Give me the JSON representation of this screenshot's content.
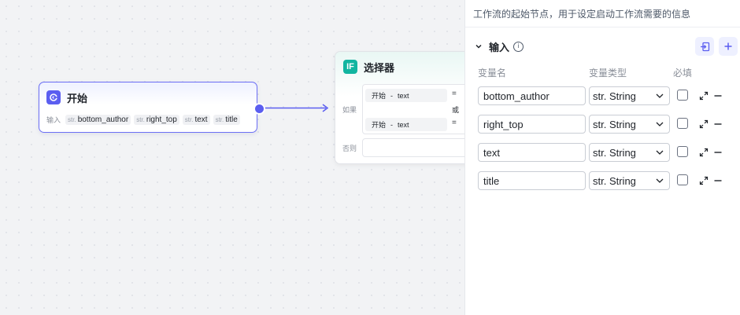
{
  "canvas": {
    "start_node": {
      "title": "开始",
      "inputs_label": "输入",
      "inputs": [
        {
          "type": "str.",
          "name": "bottom_author"
        },
        {
          "type": "str.",
          "name": "right_top"
        },
        {
          "type": "str.",
          "name": "text"
        },
        {
          "type": "str.",
          "name": "title"
        }
      ]
    },
    "selector_node": {
      "icon_text": "IF",
      "title": "选择器",
      "if_label": "如果",
      "else_label": "否则",
      "or_label": "或",
      "conditions": [
        {
          "source": "开始",
          "sep": "-",
          "variable": "text",
          "operator": "="
        },
        {
          "source": "开始",
          "sep": "-",
          "variable": "text",
          "operator": "="
        }
      ]
    }
  },
  "panel": {
    "description": "工作流的起始节点，用于设定启动工作流需要的信息",
    "section_title": "输入",
    "columns": {
      "name": "变量名",
      "type": "变量类型",
      "required": "必填"
    },
    "variables": [
      {
        "name": "bottom_author",
        "type": "str. String"
      },
      {
        "name": "right_top",
        "type": "str. String"
      },
      {
        "name": "text",
        "type": "str. String"
      },
      {
        "name": "title",
        "type": "str. String"
      }
    ]
  },
  "colors": {
    "accent": "#5b5ef0",
    "if_icon": "#12b5a0"
  }
}
